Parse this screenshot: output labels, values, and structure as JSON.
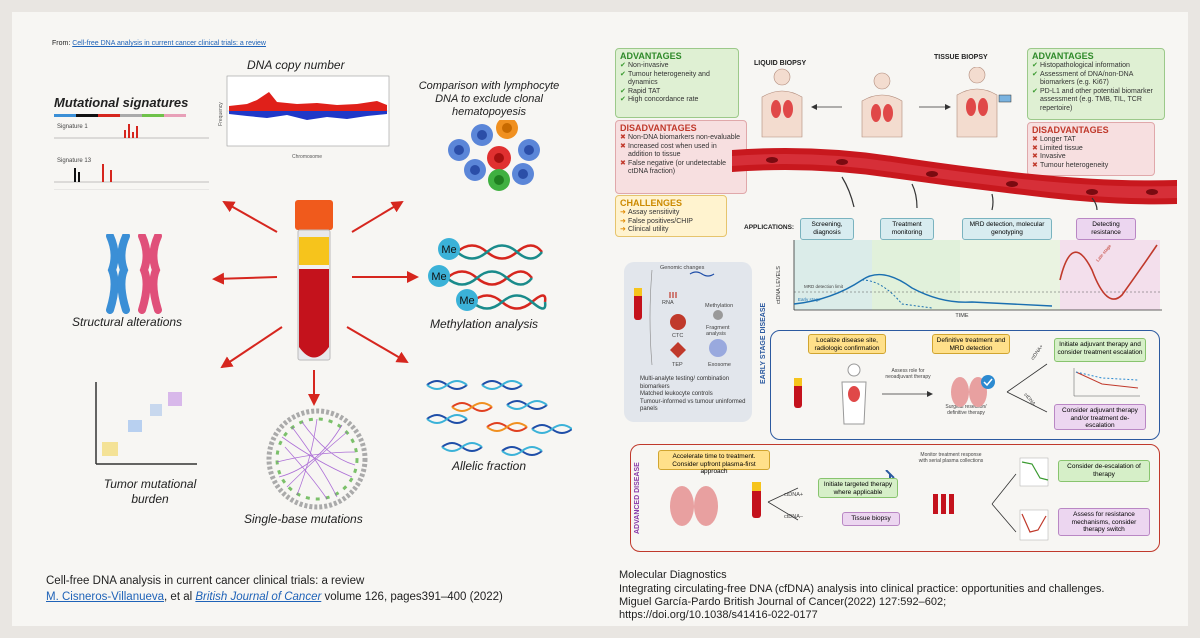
{
  "left": {
    "from_prefix": "From:",
    "from_link": "Cell-free DNA analysis in current cancer clinical trials: a review",
    "mutational_signatures": "Mutational signatures",
    "signature_1": "Signature 1",
    "signature_13": "Signature 13",
    "dna_copy_number": "DNA copy number",
    "chromosome_label": "Chromosome",
    "frequency_label": "Frequency",
    "lymphocyte_title": "Comparison with lymphocyte DNA to exclude clonal hematopoyesis",
    "structural": "Structural alterations",
    "methylation": "Methylation analysis",
    "me": "Me",
    "tumor_burden": "Tumor mutational burden",
    "single_base": "Single-base mutations",
    "allelic": "Allelic fraction",
    "citation_title": "Cell-free DNA analysis in current cancer clinical trials: a review",
    "citation_authors": "M. Cisneros-Villanueva",
    "citation_mid": ", et al ",
    "citation_journal": "British Journal of Cancer",
    "citation_tail": " volume 126, pages391–400 (2022)"
  },
  "right": {
    "advantages_title": "ADVANTAGES",
    "advantages_left": [
      "Non-invasive",
      "Tumour heterogeneity and dynamics",
      "Rapid TAT",
      "High concordance rate"
    ],
    "disadvantages_title": "DISADVANTAGES",
    "disadvantages_left": [
      "Non-DNA biomarkers non-evaluable",
      "Increased cost when used in addition to tissue",
      "False negative (or undetectable ctDNA fraction)"
    ],
    "challenges_title": "CHALLENGES",
    "challenges": [
      "Assay sensitivity",
      "False positives/CHIP",
      "Clinical utility"
    ],
    "liquid_biopsy": "LIQUID BIOPSY",
    "tissue_biopsy": "TISSUE BIOPSY",
    "advantages_right": [
      "Histopathological information",
      "Assessment of DNA/non-DNA biomarkers (e.g. Ki67)",
      "PD-L1 and other potential biomarker assessment (e.g. TMB, TIL, TCR repertoire)"
    ],
    "disadvantages_right": [
      "Longer TAT",
      "Limited tissue",
      "Invasive",
      "Tumour heterogeneity"
    ],
    "applications_label": "APPLICATIONS:",
    "applications": [
      "Screening, diagnosis",
      "Treatment monitoring",
      "MRD detection, molecular genotyping",
      "Detecting resistance"
    ],
    "ctdna_levels": "ctDNA LEVELS",
    "time": "TIME",
    "mrd_limit": "MRD detection limit",
    "early_stage": "Early stage",
    "late_stage": "Late stage",
    "panel_items": [
      "Genomic changes",
      "RNA",
      "Methylation",
      "CTC",
      "Fragment analysis",
      "TEP",
      "Exosome"
    ],
    "panel_bullets": [
      "Multi-analyte testing/ combination biomarkers",
      "Matched leukocyte controls",
      "Tumour-informed vs tumour uninformed panels"
    ],
    "early_label": "EARLY STAGE DISEASE",
    "localize": "Localize disease site, radiologic confirmation",
    "definitive": "Definitive treatment and MRD detection",
    "assess_role": "Assess role for neoadjuvant therapy",
    "surgical": "Surgical resection/ definitive therapy",
    "ctdna_pos": "ctDNA+",
    "ctdna_neg": "ctDNA–",
    "initiate_adjuvant": "Initiate adjuvant therapy and consider treatment escalation",
    "consider_adjuvant": "Consider adjuvant therapy and/or treatment de-escalation",
    "advanced_label": "ADVANCED DISEASE",
    "accelerate": "Accelerate time to treatment. Consider upfront plasma-first approach",
    "targeted": "Initiate targeted therapy where applicable",
    "tissue_biopsy_box": "Tissue biopsy",
    "monitor": "Monitor treatment response with serial plasma collections",
    "deescalation": "Consider de-escalation of therapy",
    "resistance": "Assess for resistance mechanisms, consider therapy switch",
    "caption_1": "Molecular Diagnostics",
    "caption_2": "Integrating circulating-free DNA (cfDNA) analysis into clinical practice: opportunities and challenges. Miguel García-Pardo British Journal of Cancer(2022) 127:592–602;",
    "caption_3": "https://doi.org/10.1038/s41416-022-0177"
  },
  "colors": {
    "red": "#d6261e",
    "green": "#3a9a30",
    "blue": "#2c5aa0",
    "pink": "#e06090",
    "teal": "#1a8b8b"
  }
}
